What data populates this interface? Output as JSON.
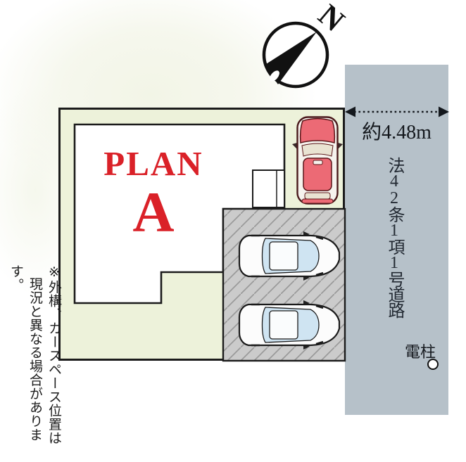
{
  "compass": {
    "north_label": "N"
  },
  "plan": {
    "title": "PLAN",
    "variant": "A"
  },
  "road": {
    "width_label": "約4.48m",
    "name": "法42条1項1号道路",
    "utility_pole_label": "電柱"
  },
  "note": {
    "line1": "※外構、カースペース位置は",
    "line2": "現況と異なる場合があります。"
  },
  "colors": {
    "site_fill": "#edf2da",
    "road_fill": "#b6c1c9",
    "parking_fill": "#cbcbcb",
    "parking_hatch": "#9a9a9a",
    "plan_red": "#da2128",
    "car_red": "#ec6a75",
    "car_window_blue": "#cfe4f2",
    "outline_black": "#1b1b1b"
  }
}
